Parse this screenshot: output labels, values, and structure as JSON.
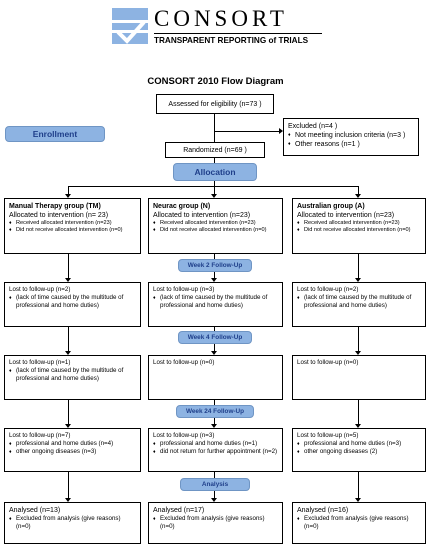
{
  "logo": {
    "wordmark": "CONSORT",
    "tagline": "TRANSPARENT REPORTING of TRIALS"
  },
  "title": "CONSORT 2010 Flow Diagram",
  "assessed": "Assessed for eligibility (n=73 )",
  "excluded": {
    "head": "Excluded  (n=4   )",
    "items": [
      "Not meeting inclusion criteria (n=3 )",
      "Other reasons  (n=1  )"
    ]
  },
  "randomized": "Randomized (n=69   )",
  "stages": {
    "enrollment": "Enrollment",
    "allocation": "Allocation",
    "week2": "Week 2 Follow-Up",
    "week4": "Week 4 Follow-Up",
    "week24": "Week 24 Follow-Up",
    "analysis": "Analysis"
  },
  "groups": {
    "tm": {
      "name": "Manual Therapy group (TM)",
      "alloc": "Allocated to intervention  (n= 23)",
      "alloc_items": [
        "Received allocated intervention (n=23)",
        "Did not receive allocated intervention (n=0)"
      ],
      "w2_head": "Lost to follow-up (n=2)",
      "w2_items": [
        "(lack of time caused by the multitude of professional and home duties)"
      ],
      "w4_head": "Lost to follow-up (n=1)",
      "w4_items": [
        "(lack of time caused by the multitude of professional and home duties)"
      ],
      "w24_head": "Lost to follow-up (n=7)",
      "w24_items": [
        "professional and home duties (n=4)",
        "other ongoing diseases (n=3)"
      ],
      "an_head": "Analysed  (n=13)",
      "an_items": [
        "Excluded from analysis (give reasons) (n=0)"
      ]
    },
    "n": {
      "name": "Neurac group (N)",
      "alloc": "Allocated to intervention (n=23)",
      "alloc_items": [
        "Received allocated intervention (n=23)",
        "Did not receive allocated intervention (n=0)"
      ],
      "w2_head": "Lost to follow-up (n=3)",
      "w2_items": [
        "(lack of time caused by the multitude of professional and home duties)"
      ],
      "w4_head": "Lost to follow-up (n=0)",
      "w4_items": [],
      "w24_head": "Lost to follow-up (n=3)",
      "w24_items": [
        "professional and home duties (n=1)",
        "did not return for further appointment (n=2)"
      ],
      "an_head": "Analysed  (n=17)",
      "an_items": [
        "Excluded from analysis (give reasons) (n=0)"
      ]
    },
    "a": {
      "name": "Australian group (A)",
      "alloc": "Allocated to intervention (n=23)",
      "alloc_items": [
        "Received allocated intervention (n=23)",
        "Did not receive allocated intervention (n=0)"
      ],
      "w2_head": "Lost to follow-up (n=2)",
      "w2_items": [
        "(lack of time caused by the multitude of professional and home duties)"
      ],
      "w4_head": "Lost to follow-up (n=0)",
      "w4_items": [],
      "w24_head": "Lost to follow-up (n=5)",
      "w24_items": [
        "professional and home duties (n=3)",
        "other ongoing diseases (2)"
      ],
      "an_head": "Analysed  (n=16)",
      "an_items": [
        "Excluded from analysis (give reasons) (n=0)"
      ]
    }
  }
}
